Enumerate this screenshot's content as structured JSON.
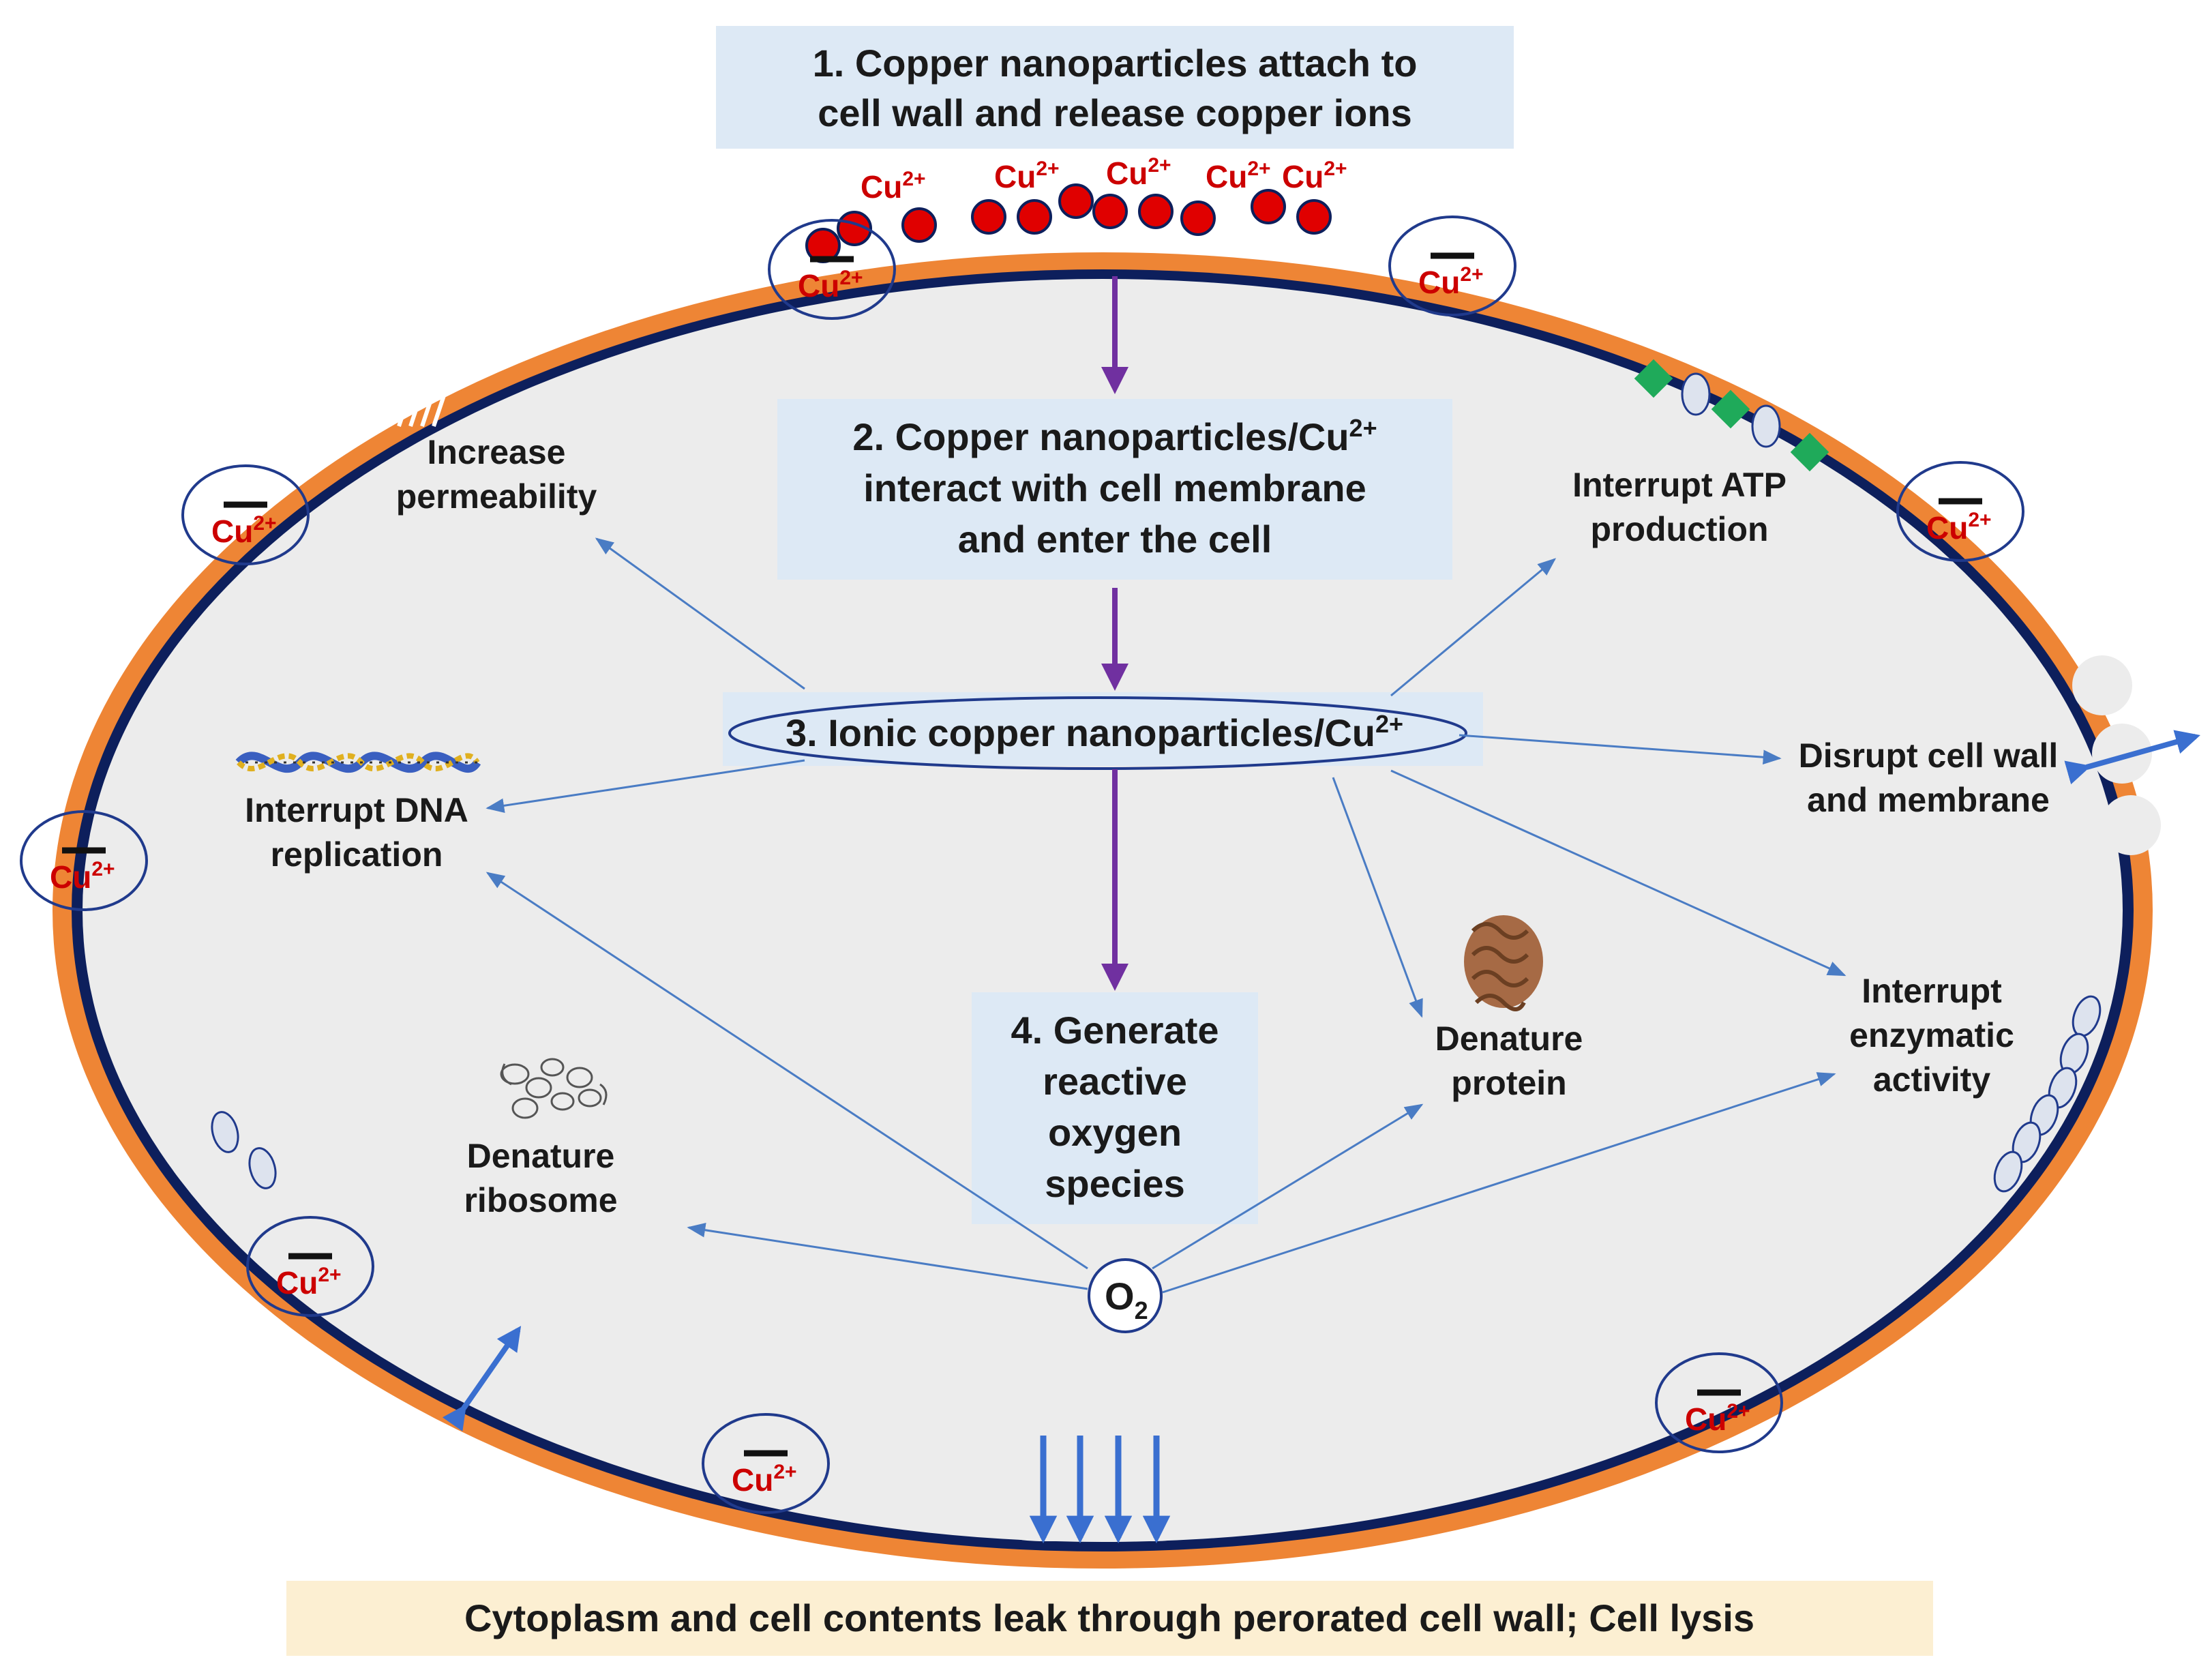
{
  "steps": {
    "s1": [
      "1. Copper nanoparticles attach to",
      "cell wall and release copper ions"
    ],
    "s2": [
      "2. Copper nanoparticles/Cu",
      "interact with cell membrane",
      "and enter the cell"
    ],
    "s2_sup": "2+",
    "s3": "3. Ionic copper nanoparticles/Cu",
    "s3_sup": "2+",
    "s4": [
      "4. Generate",
      "reactive",
      "oxygen",
      "species"
    ]
  },
  "effects": {
    "permeability": [
      "Increase",
      "permeability"
    ],
    "atp": [
      "Interrupt ATP",
      "production"
    ],
    "dna": [
      "Interrupt DNA",
      "replication"
    ],
    "wall": [
      "Disrupt cell wall",
      "and membrane"
    ],
    "enzyme": [
      "Interrupt",
      "enzymatic",
      "activity"
    ],
    "protein": [
      "Denature",
      "protein"
    ],
    "ribosome": [
      "Denature",
      "ribosome"
    ]
  },
  "ion": {
    "symbol": "Cu",
    "charge": "2+"
  },
  "oxygen": {
    "symbol": "O",
    "subscript": "2"
  },
  "footer": "Cytoplasm and cell contents leak through perorated cell wall; Cell lysis",
  "colors": {
    "cell_wall": "#ee8535",
    "membrane": "#0d1f5c",
    "cytoplasm": "#ececec",
    "step_box": "#dde9f5",
    "footer_box": "#fcefd2",
    "ion_red": "#cc0000",
    "nanoparticle": "#e00000",
    "process_arrow": "#7030a0",
    "effect_arrow": "#4a7cc4",
    "leak_arrow": "#3a6fd0",
    "atp_marker": "#1faa5a"
  }
}
